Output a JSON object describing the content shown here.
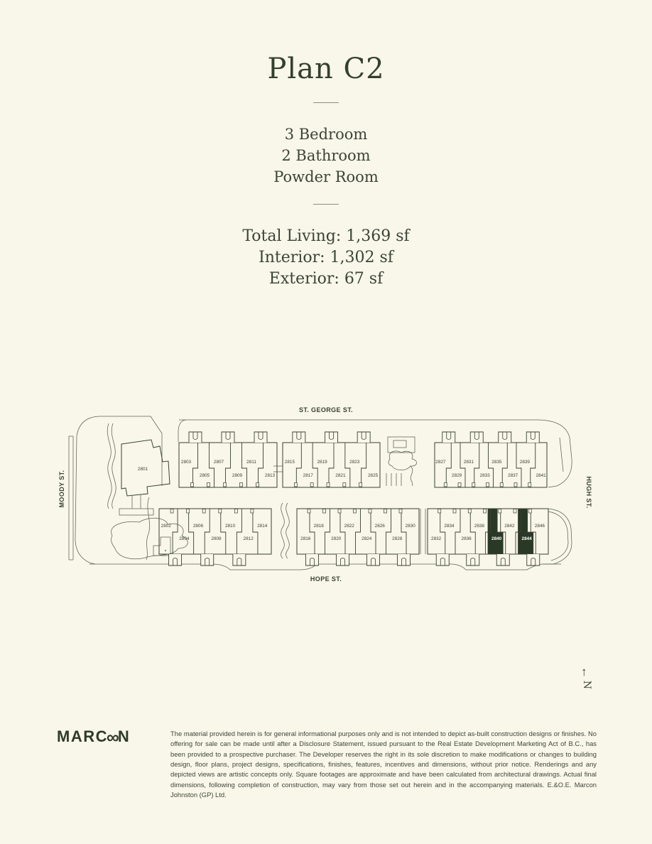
{
  "page": {
    "background": "#F9F6EA",
    "accent": "#343F2E"
  },
  "header": {
    "title": "Plan C2",
    "features": [
      "3 Bedroom",
      "2 Bathroom",
      "Powder Room"
    ],
    "areas": [
      "Total Living: 1,369 sf",
      "Interior: 1,302 sf",
      "Exterior: 67 sf"
    ]
  },
  "site_map": {
    "streets": {
      "north": "ST. GEORGE ST.",
      "south": "HOPE ST.",
      "west": "MOODY ST.",
      "east": "HUGH ST."
    },
    "standalone_unit": "2801",
    "highlighted_units": [
      "2840",
      "2844"
    ],
    "highlight_color": "#2A3826",
    "north_row_blocks": [
      [
        "2803",
        "2805",
        "2807",
        "2809",
        "2811",
        "2813"
      ],
      [
        "2815",
        "2817",
        "2819",
        "2821",
        "2823",
        "2825"
      ],
      [
        "2827",
        "2829",
        "2831",
        "2833",
        "2835",
        "2837",
        "2839",
        "2841"
      ]
    ],
    "south_row_blocks": [
      [
        "2802",
        "2804",
        "2806",
        "2808",
        "2810",
        "2812",
        "2814"
      ],
      [
        "2816",
        "2818",
        "2820",
        "2822",
        "2824",
        "2826",
        "2828",
        "2830"
      ],
      [
        "2832",
        "2834",
        "2836",
        "2838",
        "2840",
        "2842",
        "2844",
        "2846"
      ]
    ]
  },
  "compass": {
    "label": "N"
  },
  "footer": {
    "logo": {
      "prefix": "MARC",
      "infinity": "∞",
      "suffix": "N"
    },
    "disclaimer": "The material provided herein is for general informational purposes only and is not intended to depict as-built construction designs or finishes. No offering for sale can be made until after a Disclosure Statement, issued pursuant to the Real Estate Development Marketing Act of B.C., has been provided to a prospective purchaser. The Developer reserves the right in its sole discretion to make modifications or changes to building design, floor plans, project designs, specifications, finishes, features, incentives and dimensions, without prior notice. Renderings and any depicted views are artistic concepts only. Square footages are approximate and have been calculated from architectural drawings. Actual final dimensions, following completion of construction, may vary from those set out herein and in the accompanying materials. E.&O.E. Marcon Johnston (GP) Ltd."
  }
}
